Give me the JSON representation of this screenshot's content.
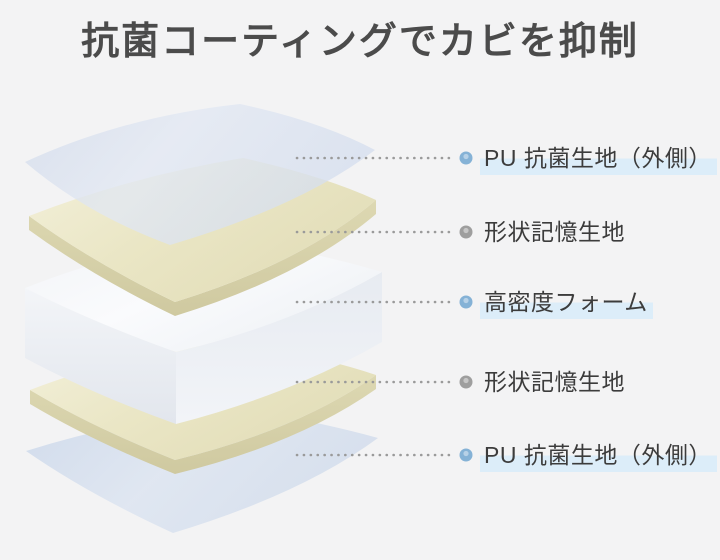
{
  "title": "抗菌コーティングでカビを抑制",
  "diagram": {
    "description": "exploded-view-of-five-mattress-layers",
    "layers": [
      {
        "label": "PU 抗菌生地（外側）",
        "bullet": "blue",
        "highlighted": true
      },
      {
        "label": "形状記憶生地",
        "bullet": "gray",
        "highlighted": false
      },
      {
        "label": "高密度フォーム",
        "bullet": "blue",
        "highlighted": true
      },
      {
        "label": "形状記憶生地",
        "bullet": "gray",
        "highlighted": false
      },
      {
        "label": "PU 抗菌生地（外側）",
        "bullet": "blue",
        "highlighted": true
      }
    ]
  },
  "colors": {
    "background": "#f3f3f4",
    "title_text": "#4b4b4b",
    "label_text": "#3c3c3c",
    "highlight": "#dcedf9",
    "bullet_blue": "#85b2d6",
    "bullet_gray": "#9e9e9e",
    "leader_dots": "#9a9a9a",
    "sheet_blue": "#d9e0ee",
    "fabric_cream": "#ebe8c9",
    "foam_white": "#f7f8fa"
  }
}
